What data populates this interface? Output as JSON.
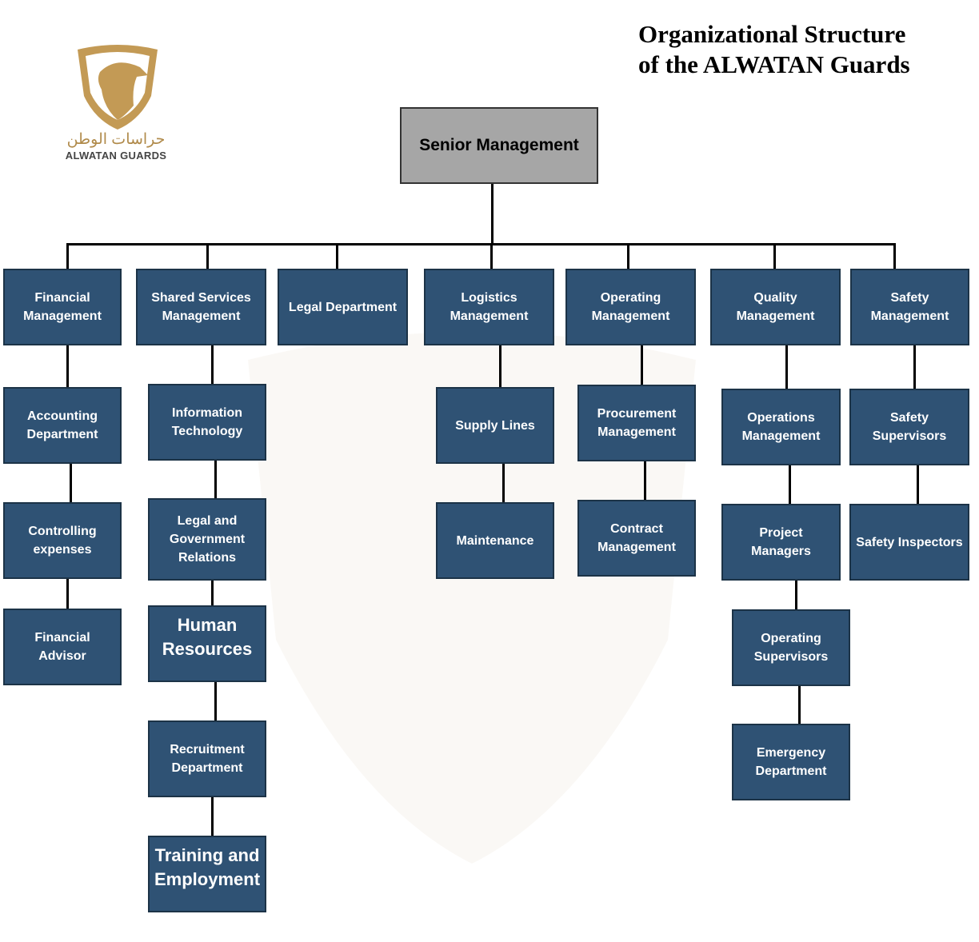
{
  "title": {
    "line1": "Organizational Structure",
    "line2": "of the ALWATAN Guards"
  },
  "logo": {
    "arabic": "حراسات الوطن",
    "english": "ALWATAN GUARDS",
    "color": "#b08a4a"
  },
  "colors": {
    "box": "#2f5274",
    "senior": "#a6a6a6"
  },
  "nodes": {
    "senior": "Senior Management",
    "financial_management": "Financial Management",
    "shared_services": "Shared Services Management",
    "legal_department": "Legal Department",
    "logistics": "Logistics Management",
    "operating_management": "Operating Management",
    "quality": "Quality Management",
    "safety_management": "Safety Management",
    "accounting": "Accounting Department",
    "controlling": "Controlling expenses",
    "financial_advisor": "Financial Advisor",
    "it": "Information Technology",
    "legal_gov": "Legal and Government Relations",
    "hr": "Human Resources",
    "recruitment": "Recruitment Department",
    "training": "Training and Employment",
    "supply": "Supply Lines",
    "maintenance": "Maintenance",
    "procurement": "Procurement Management",
    "contract": "Contract Management",
    "operations": "Operations Management",
    "project": "Project Managers",
    "operating_supervisors": "Operating Supervisors",
    "emergency": "Emergency Department",
    "safety_supervisors": "Safety Supervisors",
    "safety_inspectors": "Safety Inspectors"
  }
}
